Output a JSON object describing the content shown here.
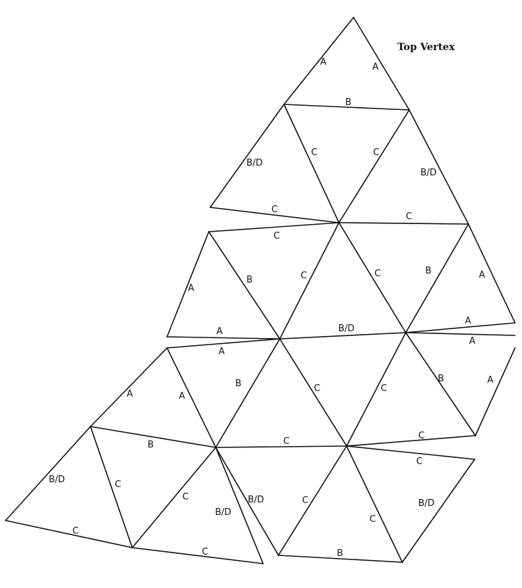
{
  "title": "Top Vertex",
  "labels": {
    "a1": "A",
    "a2": "A",
    "b1": "B",
    "c1": "C",
    "c2": "C",
    "bd1": "B/D",
    "bd2": "B/D",
    "c3": "C",
    "c4": "C",
    "c5": "C",
    "a3": "A",
    "b2": "B",
    "c6": "C",
    "c7": "C",
    "b3": "B",
    "a4": "A",
    "a5": "A",
    "bd3": "B/D",
    "a6": "A",
    "a7": "A",
    "a8": "A",
    "a9": "A",
    "b4": "B",
    "c8": "C",
    "c9": "C",
    "b5": "B",
    "a10": "A",
    "b6": "B",
    "c10": "C",
    "c11": "C",
    "bd4": "B/D",
    "c12": "C",
    "c13": "C",
    "bd5": "B/D",
    "c14": "C",
    "c15": "C",
    "bd6": "B/D",
    "c16": "C",
    "c17": "C",
    "c18": "C",
    "bd7": "B/D",
    "b7": "B"
  }
}
